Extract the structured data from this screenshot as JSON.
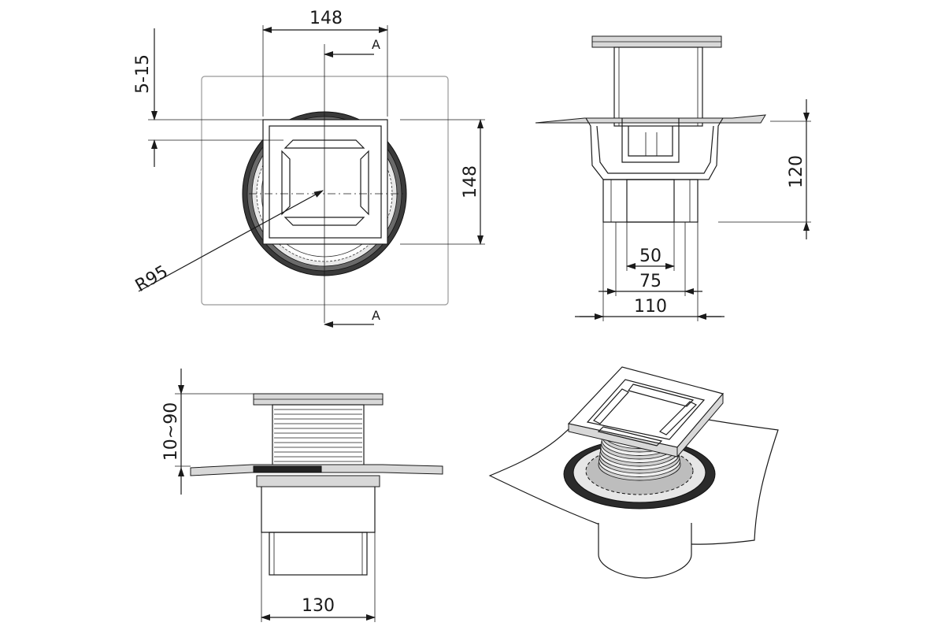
{
  "top_view": {
    "width_label": "148",
    "height_label": "148",
    "level_label": "5-15",
    "radius_label": "R95",
    "section_top": "A",
    "section_bottom": "A"
  },
  "side_view": {
    "height_label": "120",
    "d50": "50",
    "d75": "75",
    "d110": "110"
  },
  "front_view": {
    "adjust_label": "10~90",
    "width_label": "130"
  }
}
